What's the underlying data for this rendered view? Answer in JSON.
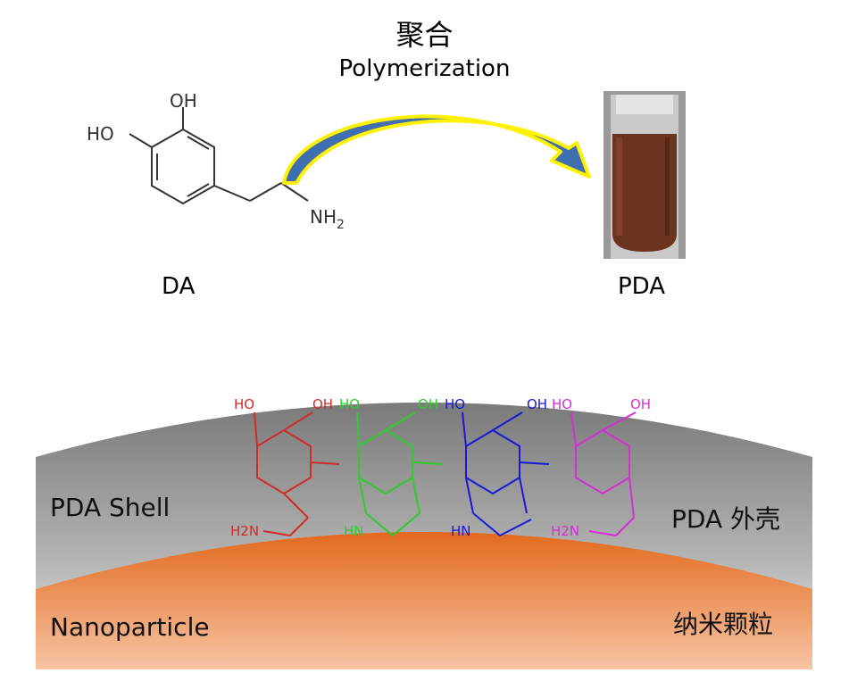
{
  "title": {
    "chinese": "聚合",
    "english": "Polymerization"
  },
  "reactant": {
    "label": "DA",
    "groups": {
      "oh_top": "OH",
      "oh_left": "HO",
      "amine": "NH",
      "amine_sub": "2"
    }
  },
  "product": {
    "label": "PDA"
  },
  "scene": {
    "shell_label": "PDA Shell",
    "shell_label_cn": "PDA 外壳",
    "core_label": "Nanoparticle",
    "core_label_cn": "纳米颗粒"
  },
  "polymer_units": [
    {
      "color": "#d22b2b",
      "oh1": "HO",
      "oh2": "OH",
      "n": "H2N"
    },
    {
      "color": "#2ecc2e",
      "oh1": "HO",
      "oh2": "OH",
      "n": "HN"
    },
    {
      "color": "#1a1ad6",
      "oh1": "HO",
      "oh2": "OH",
      "n": "HN"
    },
    {
      "color": "#d62ed6",
      "oh1": "HO",
      "oh2": "OH",
      "n": "H2N"
    }
  ],
  "colors": {
    "arrow_fill": "#3f6fb0",
    "arrow_outline": "#fff200",
    "liquid": "#6b3420",
    "shell": "#8a8a8a",
    "core": "#e8702a"
  }
}
